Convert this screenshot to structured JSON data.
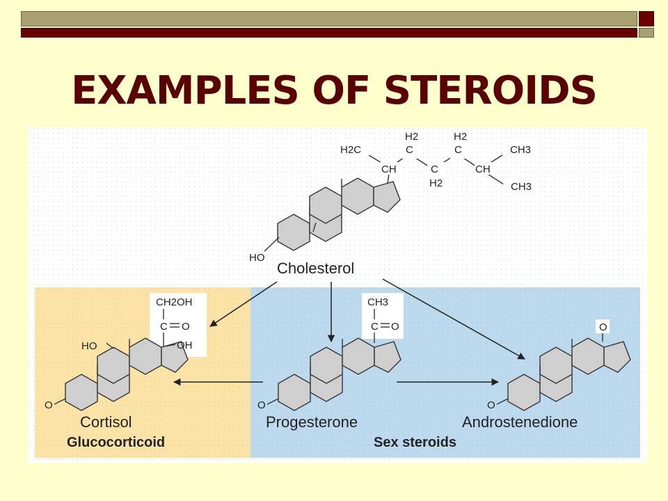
{
  "title": "EXAMPLES OF STEROIDS",
  "theme": {
    "title_color": "#5a0000",
    "bar_maroon": "#6b0000",
    "bar_olive": "#a8a070",
    "background": "#ffffcc",
    "glucocorticoid_panel": "#fbe3a7",
    "sex_steroid_panel": "#bcd9ee",
    "ring_fill": "#cfcfcf"
  },
  "compounds": {
    "cholesterol": {
      "name": "Cholesterol",
      "substituent": "HO",
      "side_chain": [
        "H2C",
        "H2",
        "C",
        "H2",
        "C",
        "CH3",
        "CH",
        "C",
        "H2",
        "CH",
        "CH3"
      ]
    },
    "cortisol": {
      "name": "Cortisol",
      "class": "Glucocorticoid",
      "substituents": [
        "CH2OH",
        "C",
        "O",
        "OH",
        "HO",
        "O"
      ]
    },
    "progesterone": {
      "name": "Progesterone",
      "substituents": [
        "CH3",
        "C",
        "O",
        "O"
      ]
    },
    "androstenedione": {
      "name": "Androstenedione",
      "substituents": [
        "O",
        "O"
      ]
    }
  },
  "groups": {
    "sex_steroids": "Sex steroids"
  }
}
